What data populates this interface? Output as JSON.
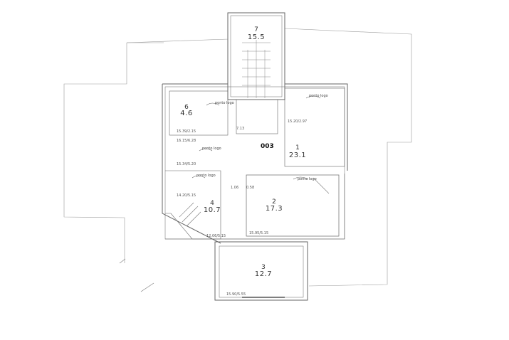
{
  "plan": {
    "code": "003",
    "rooms": [
      {
        "id": "r7",
        "number": "7",
        "area": "15.5"
      },
      {
        "id": "r6",
        "number": "6",
        "area": "4.6"
      },
      {
        "id": "r1",
        "number": "1",
        "area": "23.1"
      },
      {
        "id": "r4",
        "number": "4",
        "area": "10.7"
      },
      {
        "id": "r2",
        "number": "2",
        "area": "17.3"
      },
      {
        "id": "r3",
        "number": "3",
        "area": "12.7"
      }
    ],
    "annotations": {
      "tag_a": "ponto logo",
      "dim_1": "15.39/2.15",
      "dim_2": "16.15/6.28",
      "dim_3": "15.34/5.20",
      "dim_4": "15.20/2.97",
      "dim_5": "14.20/5.15",
      "dim_6": "12.06/5.15",
      "dim_7": "15.95/5.15",
      "dim_8": "15.90/5.55",
      "h_1": "1.06",
      "h_2": "0.58",
      "h_3": "7.13"
    }
  }
}
